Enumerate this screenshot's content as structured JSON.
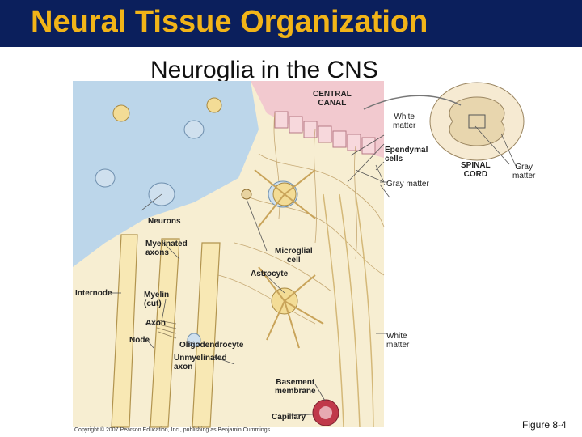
{
  "header": {
    "title": "Neural Tissue Organization"
  },
  "subtitle": "Neuroglia in the CNS",
  "labels": {
    "central_canal": "CENTRAL\nCANAL",
    "white_matter_top": "White\nmatter",
    "ependymal_cells": "Ependymal\ncells",
    "spinal_cord": "SPINAL\nCORD",
    "gray_matter_right": "Gray\nmatter",
    "gray_matter": "Gray matter",
    "neurons": "Neurons",
    "myelinated_axons": "Myelinated\naxons",
    "microglial_cell": "Microglial\ncell",
    "astrocyte": "Astrocyte",
    "internode": "Internode",
    "myelin_cut": "Myelin\n(cut)",
    "axon": "Axon",
    "node": "Node",
    "oligodendrocyte": "Oligodendrocyte",
    "unmyelinated_axon": "Unmyelinated\naxon",
    "white_matter_bottom": "White\nmatter",
    "basement_membrane": "Basement\nmembrane",
    "capillary": "Capillary"
  },
  "copyright": "Copyright © 2007 Pearson Education, Inc., publishing as Benjamin Cummings",
  "figure_number": "Figure 8-4",
  "colors": {
    "title_bar": "#0b1f5c",
    "title_text": "#f2b418",
    "cell_yellow": "#f6e3a6",
    "glia_blue": "#b9d4ea",
    "ependymal_pink": "#f1c6cc",
    "capillary_red": "#c0394a"
  }
}
